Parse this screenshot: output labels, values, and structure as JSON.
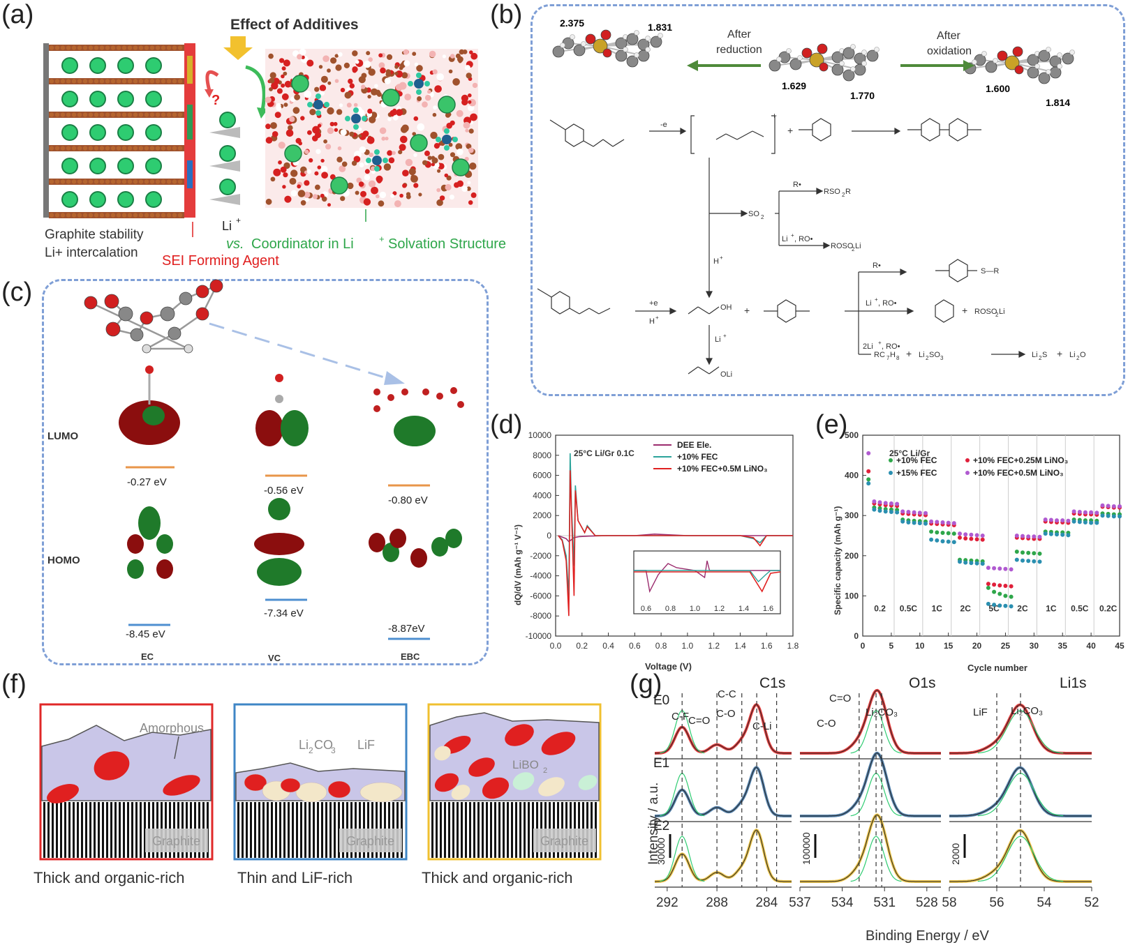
{
  "panels": {
    "a": "(a)",
    "b": "(b)",
    "c": "(c)",
    "d": "(d)",
    "e": "(e)",
    "f": "(f)",
    "g": "(g)"
  },
  "a": {
    "title": "Effect of Additives",
    "li_label": "Li",
    "li_sup": "+",
    "graphite_1": "Graphite stability",
    "graphite_2": "Li+ intercalation",
    "sei": "SEI Forming Agent",
    "vs": "vs.",
    "coordinator": "Coordinator in Li",
    "coordinator_tail": "Solvation Structure",
    "question": "?"
  },
  "b": {
    "reduction_1": "After",
    "reduction_2": "reduction",
    "oxidation_1": "After",
    "oxidation_2": "oxidation",
    "left_bonds": [
      "2.375",
      "1.831"
    ],
    "mid_bonds": [
      "1.629",
      "1.770"
    ],
    "right_bonds": [
      "1.600",
      "1.814"
    ],
    "minus_e": "-e",
    "plus_e": "+e",
    "h_plus": "H",
    "li_plus": "Li",
    "so2": "SO",
    "rso2r": "RSO",
    "rso2r_tail": "R",
    "roso2li": "ROSO",
    "roso2li_tail": "Li",
    "r_dot": "R•",
    "li_ro": "Li",
    "li_ro_tail": ", RO•",
    "oh": "OH",
    "oli": "OLi",
    "s_r": "S—R",
    "two_li": "2Li",
    "rc7h8": "RC",
    "li2so3": "Li",
    "li2s": "Li",
    "li2o": "Li",
    "plus": "+"
  },
  "c": {
    "lumo": "LUMO",
    "homo": "HOMO",
    "lumo_vals": [
      "-0.27 eV",
      "-0.56 eV",
      "-0.80 eV"
    ],
    "homo_vals": [
      "-8.45 eV",
      "-7.34 eV",
      "-8.87eV"
    ],
    "names": [
      "EC",
      "VC",
      "EBC"
    ]
  },
  "colors": {
    "ec_lobe": "#8b0e0e",
    "green_lobe": "#1f7a2a",
    "dash": "#7f9fd6",
    "red": "#e02020",
    "green": "#2ea64a"
  },
  "chart_data": [
    {
      "type": "line",
      "panel": "d",
      "annotation": "25°C  Li/Gr 0.1C",
      "xlabel": "Voltage (V)",
      "ylabel": "dQ/dV (mAh g⁻¹ V⁻¹)",
      "xlim": [
        0.0,
        1.8
      ],
      "ylim": [
        -10000,
        10000
      ],
      "xticks": [
        "0.0",
        "0.2",
        "0.4",
        "0.6",
        "0.8",
        "1.0",
        "1.2",
        "1.4",
        "1.6",
        "1.8"
      ],
      "yticks": [
        "10000",
        "8000",
        "6000",
        "4000",
        "2000",
        "0",
        "-2000",
        "-4000",
        "-6000",
        "-8000",
        "-10000"
      ],
      "inset_xticks": [
        "0.6",
        "0.8",
        "1.0",
        "1.2",
        "1.4",
        "1.6"
      ],
      "series": [
        {
          "name": "DEE Ele.",
          "color": "#9b2c6e",
          "x": [
            0.02,
            0.08,
            0.1,
            0.12,
            0.14,
            0.18,
            0.25,
            0.4,
            0.6,
            0.75,
            1.0,
            1.2,
            1.5,
            1.8
          ],
          "y": [
            0,
            -300,
            -600,
            -400,
            -200,
            -100,
            -50,
            0,
            0,
            150,
            0,
            0,
            0,
            0
          ]
        },
        {
          "name": "+10% FEC",
          "color": "#2aa39a",
          "x": [
            0.02,
            0.05,
            0.08,
            0.1,
            0.11,
            0.12,
            0.14,
            0.15,
            0.17,
            0.22,
            0.24,
            0.3,
            0.5,
            1.0,
            1.4,
            1.5,
            1.55,
            1.6,
            1.8
          ],
          "y": [
            0,
            -400,
            -2000,
            -6000,
            8200,
            3000,
            -3000,
            5000,
            1500,
            300,
            1000,
            0,
            0,
            0,
            0,
            -300,
            -700,
            0,
            0
          ]
        },
        {
          "name": "+10% FEC+0.5M LiNO₃",
          "color": "#e02020",
          "x": [
            0.02,
            0.05,
            0.08,
            0.1,
            0.11,
            0.12,
            0.14,
            0.15,
            0.17,
            0.22,
            0.24,
            0.3,
            0.5,
            1.0,
            1.4,
            1.5,
            1.55,
            1.6,
            1.8
          ],
          "y": [
            0,
            -500,
            -2500,
            -8000,
            6500,
            2500,
            -6000,
            4500,
            1500,
            300,
            900,
            0,
            0,
            0,
            0,
            -200,
            -1000,
            0,
            0
          ]
        }
      ]
    },
    {
      "type": "scatter",
      "panel": "e",
      "annotation": "25°C Li/Gr",
      "xlabel": "Cycle number",
      "ylabel": "Specific capacity (mAh g⁻¹)",
      "xlim": [
        0,
        45
      ],
      "ylim": [
        0,
        500
      ],
      "xticks": [
        "0",
        "5",
        "10",
        "15",
        "20",
        "25",
        "30",
        "35",
        "40",
        "45"
      ],
      "yticks": [
        "0",
        "100",
        "200",
        "300",
        "400",
        "500"
      ],
      "rates": [
        "0.2",
        "0.5C",
        "1C",
        "2C",
        "5C",
        "2C",
        "1C",
        "0.5C",
        "0.2C"
      ],
      "series": [
        {
          "name": "+10% FEC",
          "color": "#2ea64a",
          "values": [
            390,
            320,
            318,
            316,
            315,
            314,
            290,
            288,
            287,
            286,
            285,
            260,
            258,
            257,
            256,
            255,
            190,
            189,
            188,
            187,
            186,
            120,
            110,
            105,
            100,
            98,
            210,
            208,
            207,
            206,
            205,
            260,
            259,
            258,
            258,
            257,
            290,
            289,
            288,
            288,
            287,
            305,
            304,
            303,
            303
          ]
        },
        {
          "name": "+15% FEC",
          "color": "#2a8fb0",
          "values": [
            380,
            315,
            312,
            310,
            309,
            308,
            285,
            283,
            282,
            281,
            280,
            240,
            238,
            236,
            235,
            234,
            185,
            183,
            182,
            181,
            180,
            80,
            78,
            76,
            75,
            74,
            190,
            188,
            187,
            186,
            185,
            255,
            254,
            253,
            252,
            251,
            285,
            284,
            283,
            282,
            282,
            300,
            299,
            298,
            298
          ]
        },
        {
          "name": "+10% FEC+0.25M LiNO₃",
          "color": "#e0203a",
          "values": [
            410,
            330,
            328,
            326,
            325,
            324,
            305,
            304,
            303,
            302,
            301,
            280,
            279,
            278,
            277,
            276,
            245,
            243,
            242,
            241,
            240,
            130,
            128,
            126,
            125,
            124,
            245,
            244,
            243,
            242,
            242,
            285,
            284,
            283,
            283,
            282,
            305,
            304,
            303,
            303,
            302,
            322,
            321,
            320,
            320
          ]
        },
        {
          "name": "+10% FEC+0.5M LiNO₃",
          "color": "#b05ad0",
          "values": [
            455,
            335,
            333,
            331,
            330,
            329,
            310,
            309,
            308,
            307,
            306,
            285,
            284,
            283,
            282,
            281,
            255,
            253,
            252,
            251,
            250,
            170,
            169,
            168,
            167,
            166,
            250,
            249,
            248,
            248,
            247,
            290,
            289,
            288,
            288,
            287,
            310,
            309,
            308,
            308,
            307,
            325,
            324,
            323,
            323
          ]
        }
      ]
    },
    {
      "type": "line",
      "panel": "g",
      "xlabel": "Binding Energy / eV",
      "ylabel": "Intensity / a.u.",
      "rows": [
        "E0",
        "E1",
        "E2"
      ],
      "regions": [
        {
          "name": "C1s",
          "xticks": [
            "292",
            "288",
            "284"
          ],
          "xlim": [
            293,
            282
          ],
          "peaks": [
            "C-F",
            "C=O",
            "C-O",
            "C-C",
            "C-Li"
          ],
          "scale": "30000"
        },
        {
          "name": "O1s",
          "xticks": [
            "537",
            "534",
            "531",
            "528"
          ],
          "xlim": [
            537,
            527
          ],
          "peaks": [
            "C=O",
            "C-O",
            "Li₂CO₃"
          ],
          "scale": "100000"
        },
        {
          "name": "Li1s",
          "xticks": [
            "58",
            "56",
            "54",
            "52"
          ],
          "xlim": [
            58,
            52
          ],
          "peaks": [
            "LiF",
            "Li₂CO₃"
          ],
          "scale": "2000"
        }
      ]
    }
  ],
  "f": {
    "labels": [
      "Thick and organic-rich",
      "Thin and LiF-rich",
      "Thick and organic-rich"
    ],
    "amorphous": "Amorphous",
    "li2co3": "Li",
    "li2co3_tail": "CO",
    "lif": "LiF",
    "libo2": "LiBO",
    "graphite": "Graphite"
  }
}
